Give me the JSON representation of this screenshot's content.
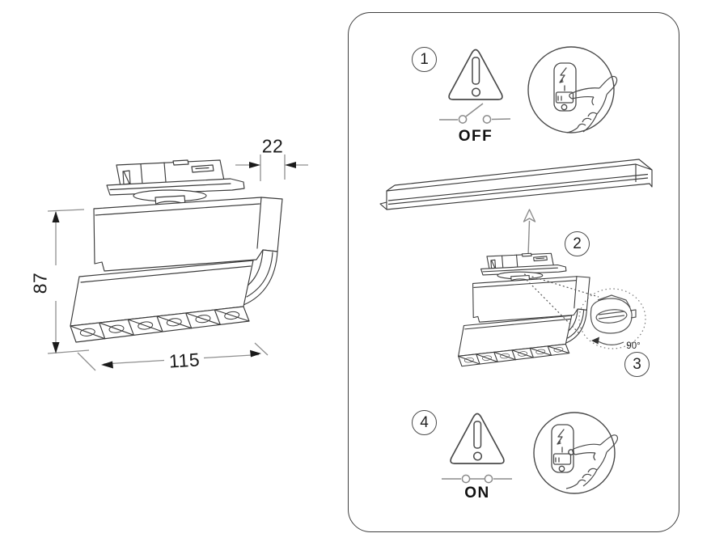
{
  "figure": {
    "dimensions": {
      "top_width": "22",
      "left_height": "87",
      "bottom_width": "115"
    }
  },
  "panel": {
    "steps": [
      {
        "num": "1",
        "switch_label": "OFF"
      },
      {
        "num": "2"
      },
      {
        "num": "3",
        "rotation_label": "90°"
      },
      {
        "num": "4",
        "switch_label": "ON"
      }
    ]
  },
  "colors": {
    "background": "#ffffff",
    "outline": "#3a3a3a",
    "dimension_line": "#8f8f8f",
    "text": "#141414",
    "panel_border": "#3f3f3f"
  }
}
